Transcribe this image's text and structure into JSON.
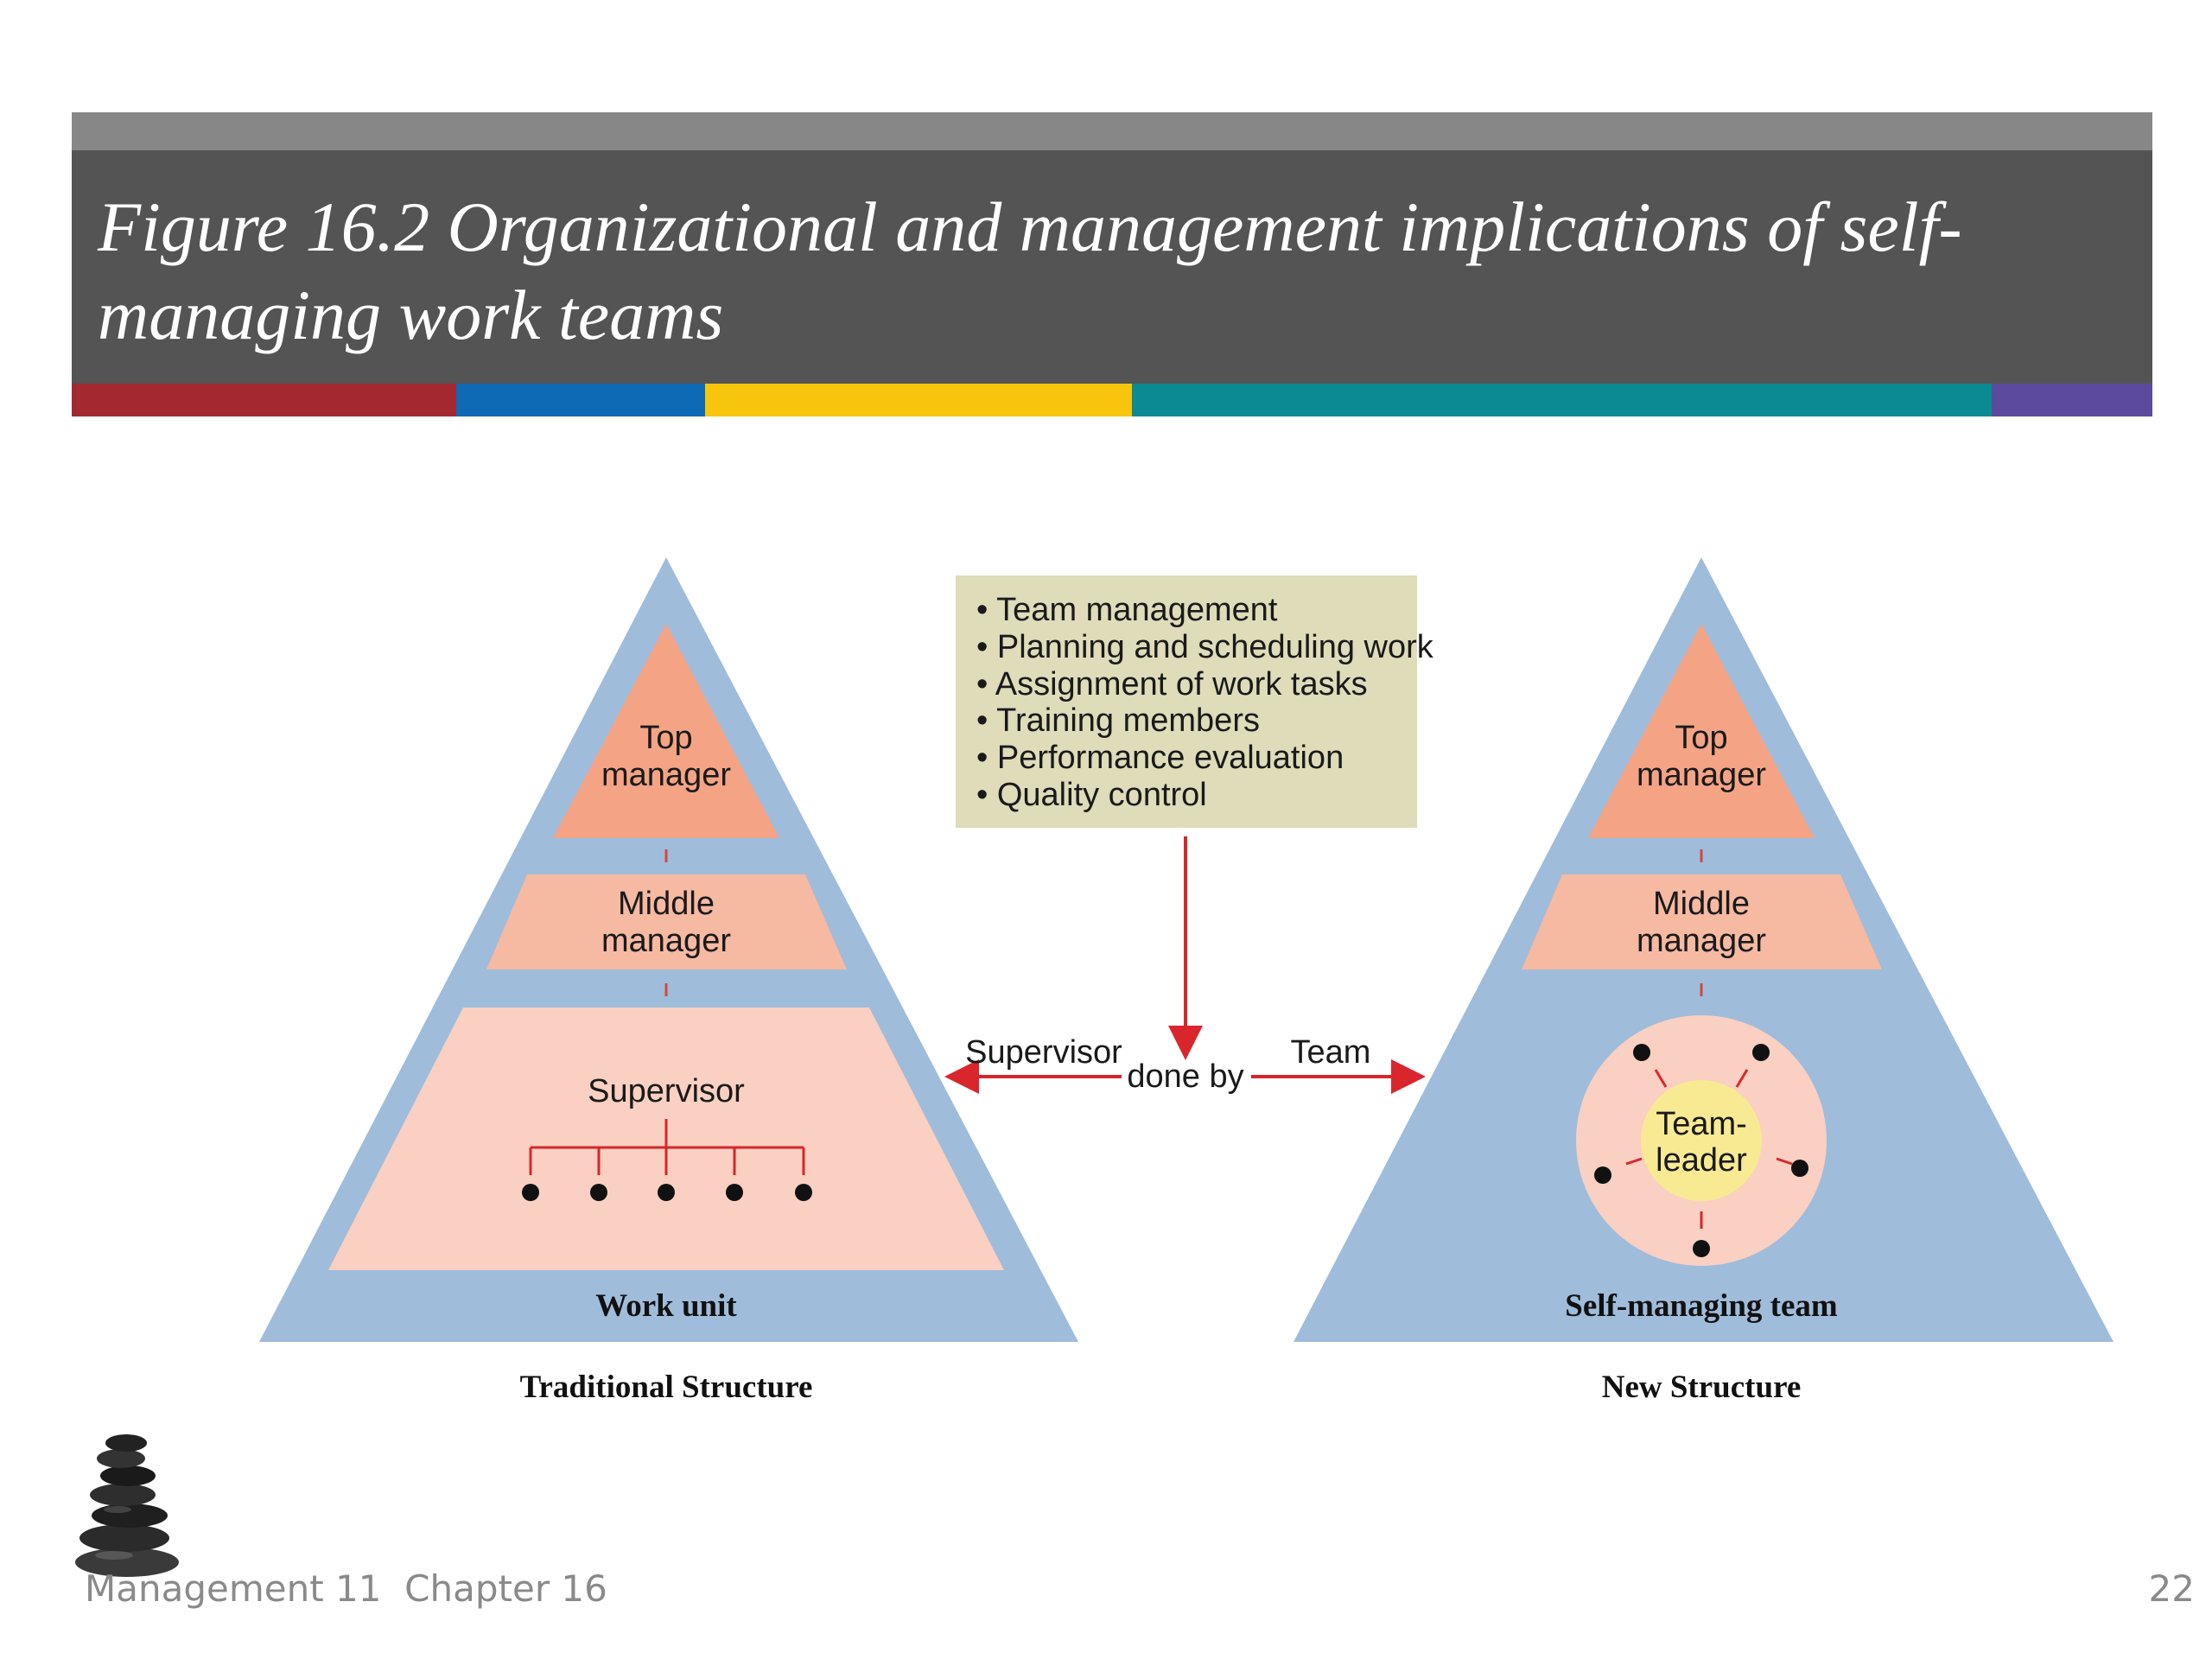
{
  "slide": {
    "title": "Figure 16.2 Organizational and management implications of self-managing work teams",
    "title_line1": "Figure 16.2 Organizational and management implications of self-",
    "title_line2": "managing work teams",
    "stripe_colors": [
      "#a3282f",
      "#0f6ab6",
      "#f6c50c",
      "#0b8a94",
      "#5c4a9f"
    ],
    "footer": "Management 11  Chapter 16",
    "page_number": "22"
  },
  "diagram": {
    "responsibilities": [
      "• Team management",
      "• Planning and scheduling work",
      "• Assignment of work tasks",
      "• Training members",
      "• Performance evaluation",
      "• Quality control"
    ],
    "done_by": "done by",
    "arrow_left_label": "Supervisor",
    "arrow_right_label": "Team",
    "traditional": {
      "top_line1": "Top",
      "top_line2": "manager",
      "middle_line1": "Middle",
      "middle_line2": "manager",
      "supervisor": "Supervisor",
      "base": "Work unit",
      "caption": "Traditional Structure"
    },
    "new": {
      "top_line1": "Top",
      "top_line2": "manager",
      "middle_line1": "Middle",
      "middle_line2": "manager",
      "leader_line1": "Team-",
      "leader_line2": "leader",
      "base": "Self-managing team",
      "caption": "New Structure"
    },
    "colors": {
      "pyramid": "#9fbcdb",
      "top_tier": "#f4a485",
      "middle_tier": "#f6b9a1",
      "base_tier": "#f9d0c2",
      "box": "#dedcb9",
      "arrow": "#d8262c",
      "leader": "#f8ea93"
    }
  }
}
